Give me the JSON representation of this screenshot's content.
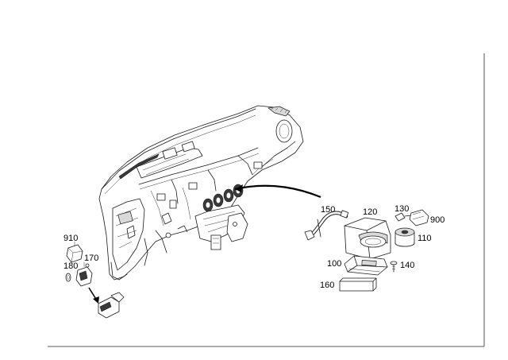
{
  "diagram": {
    "callouts": {
      "c910": "910",
      "c170": "170",
      "c180": "180",
      "c150": "150",
      "c120": "120",
      "c130": "130",
      "c900": "900",
      "c110": "110",
      "c100": "100",
      "c140": "140",
      "c160": "160"
    },
    "colors": {
      "line": "#1a1a1a",
      "border": "#555555",
      "background": "#ffffff"
    }
  }
}
